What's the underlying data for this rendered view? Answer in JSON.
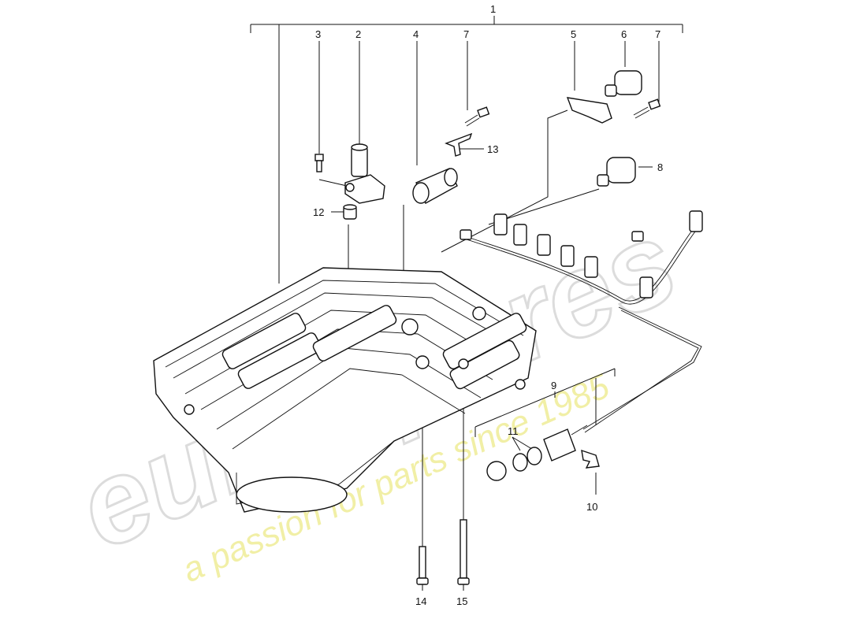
{
  "watermark": {
    "brand": "eurospares",
    "tagline": "a passion for parts since 1985"
  },
  "callouts": [
    {
      "id": "c1",
      "label": "1"
    },
    {
      "id": "c2",
      "label": "2"
    },
    {
      "id": "c3",
      "label": "3"
    },
    {
      "id": "c4",
      "label": "4"
    },
    {
      "id": "c5",
      "label": "5"
    },
    {
      "id": "c6",
      "label": "6"
    },
    {
      "id": "c7a",
      "label": "7"
    },
    {
      "id": "c7b",
      "label": "7"
    },
    {
      "id": "c8",
      "label": "8"
    },
    {
      "id": "c9",
      "label": "9"
    },
    {
      "id": "c10",
      "label": "10"
    },
    {
      "id": "c11",
      "label": "11"
    },
    {
      "id": "c12",
      "label": "12"
    },
    {
      "id": "c13",
      "label": "13"
    },
    {
      "id": "c14",
      "label": "14"
    },
    {
      "id": "c15",
      "label": "15"
    }
  ]
}
